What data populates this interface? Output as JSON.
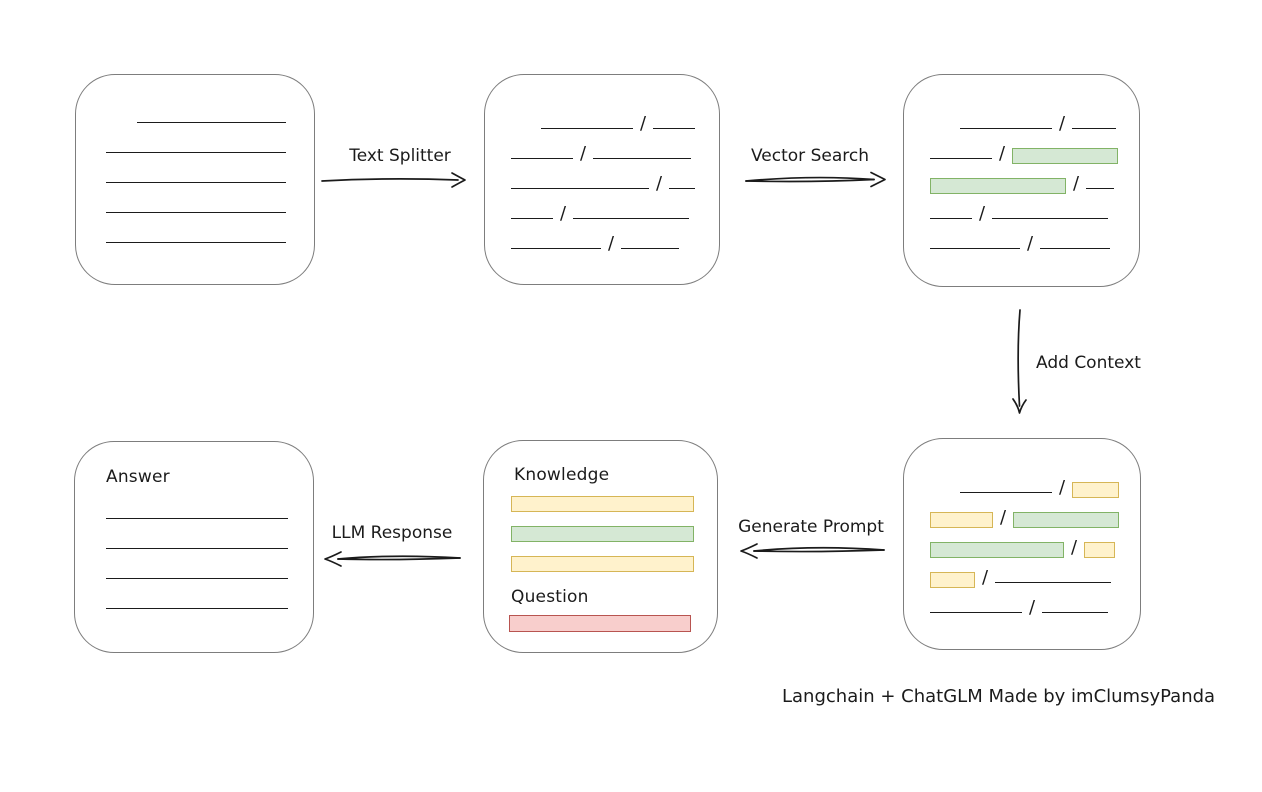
{
  "caption": "Langchain + ChatGLM Made by imClumsyPanda",
  "colors": {
    "ink": "#1b1b1b",
    "box_border": "#7d7d7d",
    "green_fill": "#d5e8d4",
    "green_border": "#82b366",
    "yellow_fill": "#fff2cc",
    "yellow_border": "#d6b656",
    "red_fill": "#f8cecc",
    "red_border": "#b85450"
  },
  "arrows": {
    "text_splitter": {
      "label": "Text Splitter"
    },
    "vector_search": {
      "label": "Vector Search"
    },
    "add_context": {
      "label": "Add Context"
    },
    "generate_prompt": {
      "label": "Generate Prompt"
    },
    "llm_response": {
      "label": "LLM Response"
    }
  },
  "boxes": {
    "document": {
      "rows": [
        {
          "indent": 31,
          "segs": [
            {
              "t": "line",
              "w": 149
            }
          ]
        },
        {
          "indent": 0,
          "segs": [
            {
              "t": "line",
              "w": 180
            }
          ]
        },
        {
          "indent": 0,
          "segs": [
            {
              "t": "line",
              "w": 180
            }
          ]
        },
        {
          "indent": 0,
          "segs": [
            {
              "t": "line",
              "w": 180
            }
          ]
        },
        {
          "indent": 0,
          "segs": [
            {
              "t": "line",
              "w": 180
            }
          ]
        }
      ]
    },
    "split_chunks": {
      "rows": [
        {
          "indent": 30,
          "segs": [
            {
              "t": "line",
              "w": 92
            },
            {
              "t": "slash"
            },
            {
              "t": "line",
              "w": 42
            }
          ]
        },
        {
          "indent": 0,
          "segs": [
            {
              "t": "line",
              "w": 62
            },
            {
              "t": "slash"
            },
            {
              "t": "line",
              "w": 98
            }
          ]
        },
        {
          "indent": 0,
          "segs": [
            {
              "t": "line",
              "w": 138
            },
            {
              "t": "slash"
            },
            {
              "t": "line",
              "w": 26
            }
          ]
        },
        {
          "indent": 0,
          "segs": [
            {
              "t": "line",
              "w": 42
            },
            {
              "t": "slash"
            },
            {
              "t": "line",
              "w": 116
            }
          ]
        },
        {
          "indent": 0,
          "segs": [
            {
              "t": "line",
              "w": 90
            },
            {
              "t": "slash"
            },
            {
              "t": "line",
              "w": 58
            }
          ]
        }
      ]
    },
    "vector_search_result": {
      "rows": [
        {
          "indent": 30,
          "segs": [
            {
              "t": "line",
              "w": 92
            },
            {
              "t": "slash"
            },
            {
              "t": "line",
              "w": 44
            }
          ]
        },
        {
          "indent": 0,
          "segs": [
            {
              "t": "line",
              "w": 62
            },
            {
              "t": "slash"
            },
            {
              "t": "hl-green",
              "w": 106
            }
          ]
        },
        {
          "indent": 0,
          "segs": [
            {
              "t": "hl-green",
              "w": 136
            },
            {
              "t": "slash"
            },
            {
              "t": "line",
              "w": 28
            }
          ]
        },
        {
          "indent": 0,
          "segs": [
            {
              "t": "line",
              "w": 42
            },
            {
              "t": "slash"
            },
            {
              "t": "line",
              "w": 116
            }
          ]
        },
        {
          "indent": 0,
          "segs": [
            {
              "t": "line",
              "w": 90
            },
            {
              "t": "slash"
            },
            {
              "t": "line",
              "w": 70
            }
          ]
        }
      ]
    },
    "context_chunks": {
      "rows": [
        {
          "indent": 30,
          "segs": [
            {
              "t": "line",
              "w": 92
            },
            {
              "t": "slash"
            },
            {
              "t": "hl-yellow",
              "w": 47
            }
          ]
        },
        {
          "indent": 0,
          "segs": [
            {
              "t": "hl-yellow",
              "w": 63
            },
            {
              "t": "slash"
            },
            {
              "t": "hl-green",
              "w": 106
            }
          ]
        },
        {
          "indent": 0,
          "segs": [
            {
              "t": "hl-green",
              "w": 134
            },
            {
              "t": "slash"
            },
            {
              "t": "hl-yellow",
              "w": 31
            }
          ]
        },
        {
          "indent": 0,
          "segs": [
            {
              "t": "hl-yellow",
              "w": 45
            },
            {
              "t": "slash"
            },
            {
              "t": "line",
              "w": 116
            }
          ]
        },
        {
          "indent": 0,
          "segs": [
            {
              "t": "line",
              "w": 92
            },
            {
              "t": "slash"
            },
            {
              "t": "line",
              "w": 66
            }
          ]
        }
      ]
    },
    "prompt": {
      "knowledge_label": "Knowledge",
      "question_label": "Question",
      "knowledge_bars": [
        "yellow",
        "green",
        "yellow"
      ],
      "question_bars": [
        "red"
      ]
    },
    "answer": {
      "title": "Answer",
      "rows": [
        {
          "indent": 0,
          "segs": [
            {
              "t": "line",
              "w": 182
            }
          ]
        },
        {
          "indent": 0,
          "segs": [
            {
              "t": "line",
              "w": 182
            }
          ]
        },
        {
          "indent": 0,
          "segs": [
            {
              "t": "line",
              "w": 182
            }
          ]
        },
        {
          "indent": 0,
          "segs": [
            {
              "t": "line",
              "w": 182
            }
          ]
        }
      ]
    }
  }
}
